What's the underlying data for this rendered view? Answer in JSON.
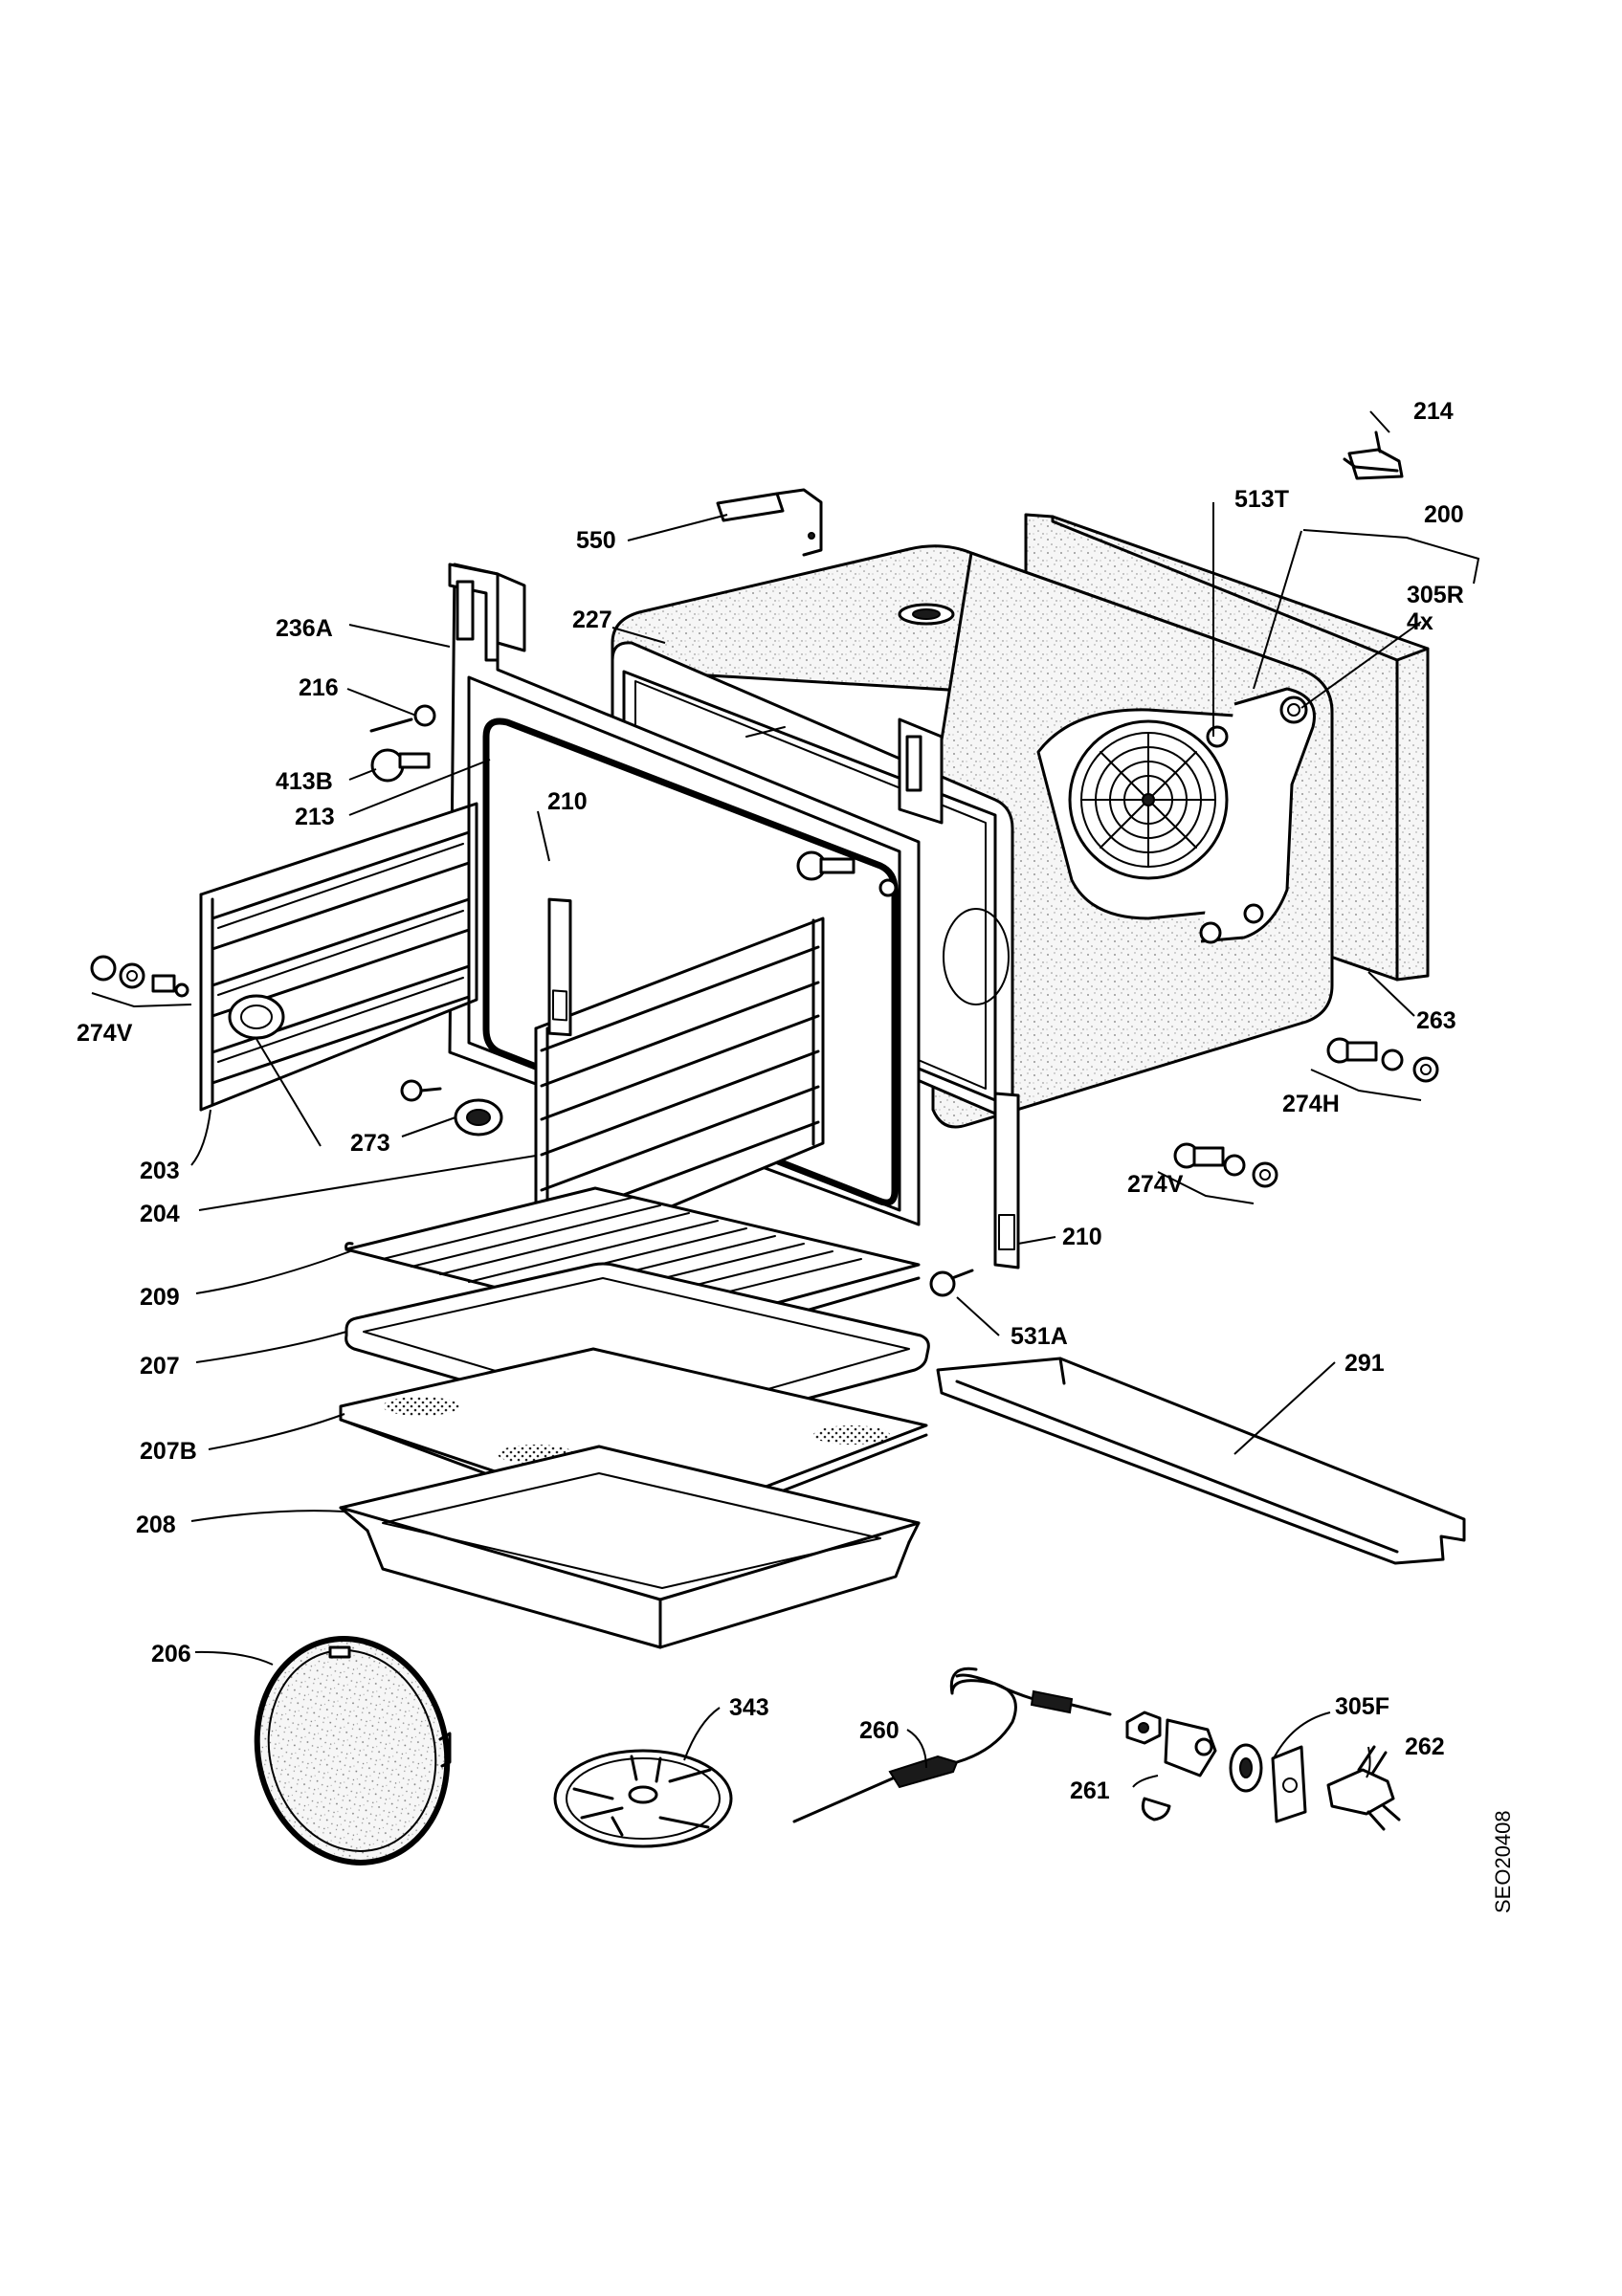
{
  "diagram": {
    "code": "SEO20408",
    "labels": {
      "p214": "214",
      "p550": "550",
      "p513T": "513T",
      "p200": "200",
      "p305R": "305R",
      "p4x": "4x",
      "p236A": "236A",
      "p227": "227",
      "p216": "216",
      "p413B": "413B",
      "p213": "213",
      "p210a": "210",
      "p274V_left": "274V",
      "p273": "273",
      "p203": "203",
      "p204": "204",
      "p263": "263",
      "p274H": "274H",
      "p274V_right": "274V",
      "p210b": "210",
      "p209": "209",
      "p531A": "531A",
      "p207": "207",
      "p291": "291",
      "p207B": "207B",
      "p208": "208",
      "p206": "206",
      "p343": "343",
      "p260": "260",
      "p305F": "305F",
      "p262": "262",
      "p261": "261"
    }
  }
}
